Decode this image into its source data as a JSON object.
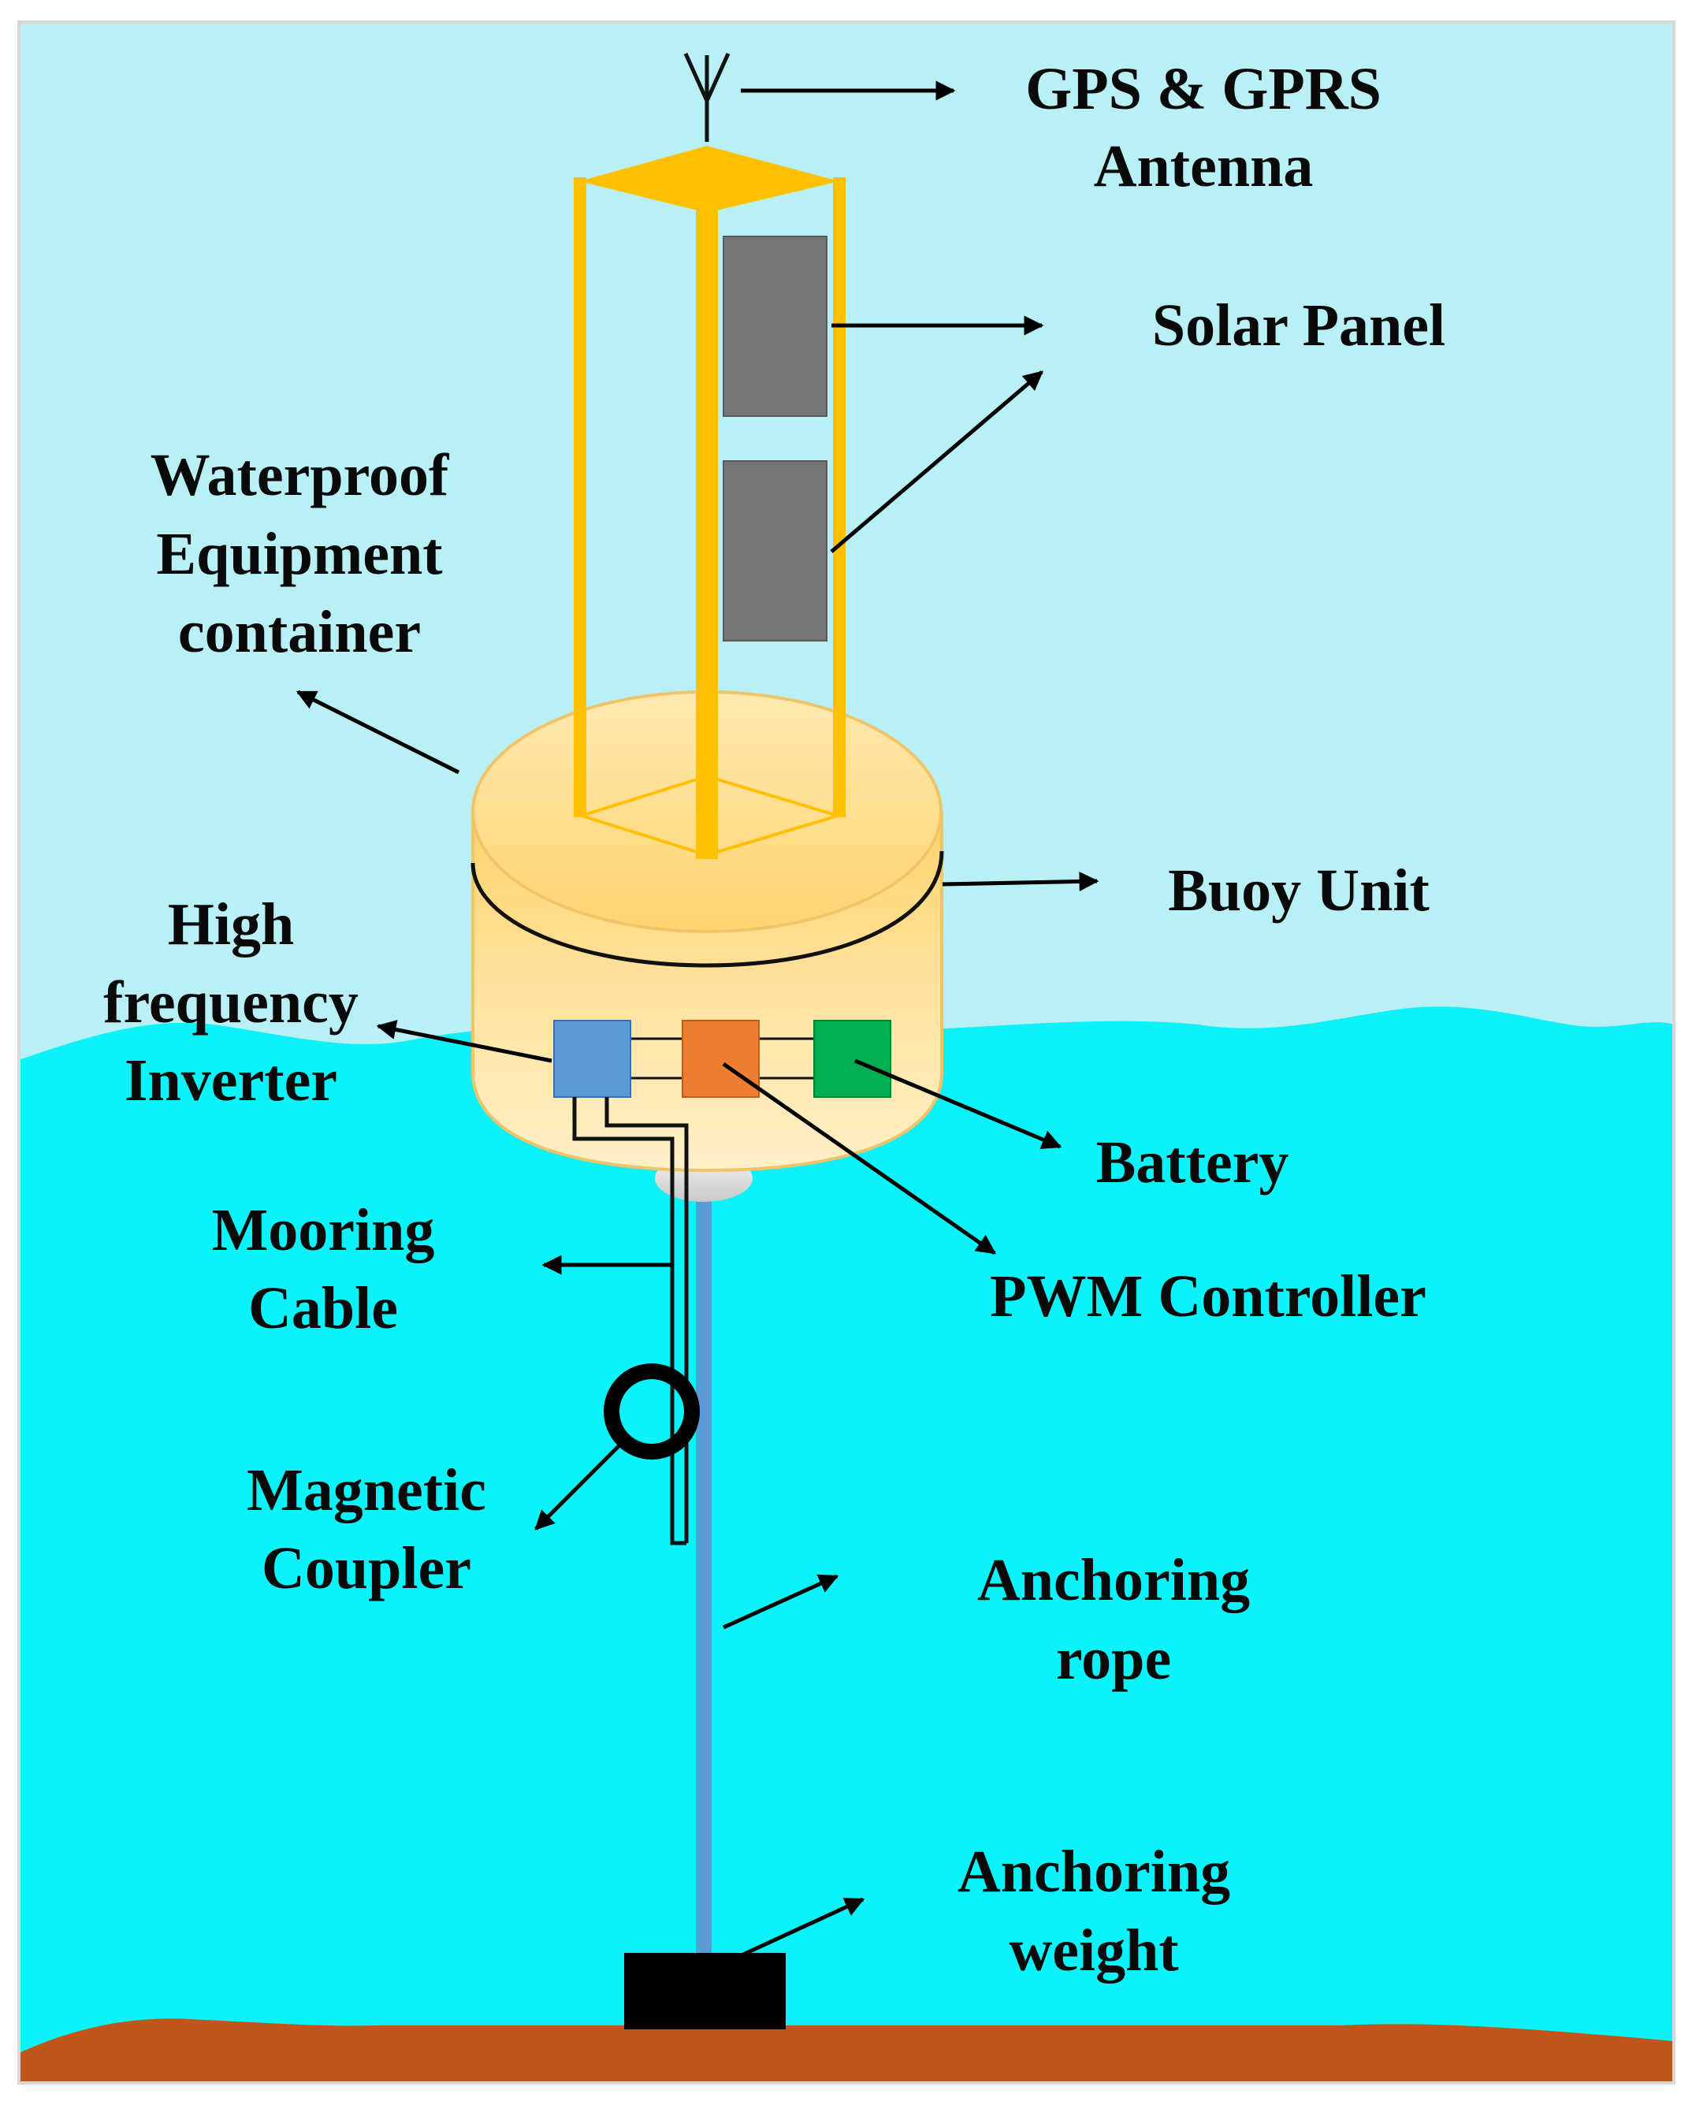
{
  "labels": {
    "gps_line1": "GPS & GPRS",
    "gps_line2": "Antenna",
    "solar_panel": "Solar Panel",
    "waterproof_line1": "Waterproof",
    "waterproof_line2": "Equipment",
    "waterproof_line3": "container",
    "buoy_unit": "Buoy Unit",
    "inverter_line1": "High",
    "inverter_line2": "frequency",
    "inverter_line3": "Inverter",
    "battery": "Battery",
    "pwm_controller": "PWM Controller",
    "mooring_line1": "Mooring",
    "mooring_line2": "Cable",
    "magnetic_line1": "Magnetic",
    "magnetic_line2": "Coupler",
    "rope_line1": "Anchoring",
    "rope_line2": "rope",
    "weight_line1": "Anchoring",
    "weight_line2": "weight"
  },
  "colors": {
    "sky": "#b9f0f6",
    "sea": "#0cf2f9",
    "seabed": "#c0561b",
    "frame": "#ffc000",
    "solar_panel": "#767676",
    "inverter": "#5b9bd5",
    "pwm_controller": "#ed7d31",
    "battery": "#00b050",
    "rope": "#5b9bd5",
    "weight": "#000000"
  }
}
